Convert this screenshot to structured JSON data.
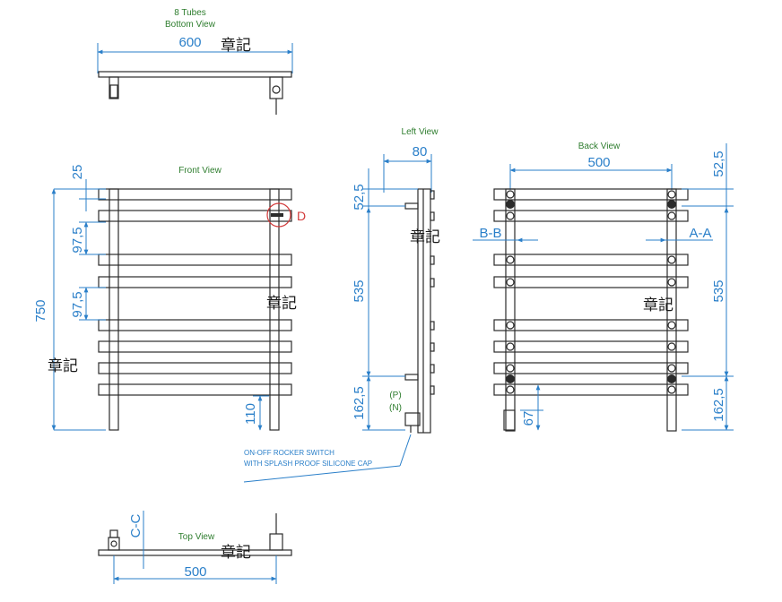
{
  "views": {
    "bottom": {
      "title_line1": "8 Tubes",
      "title_line2": "Bottom View",
      "width_dim": "600"
    },
    "front": {
      "title": "Front View",
      "dim_top": "25",
      "dim_gap1": "97,5",
      "dim_gap2": "97,5",
      "dim_height": "750",
      "dim_bottom": "110",
      "detail_label": "D"
    },
    "left": {
      "title": "Left View",
      "dim_depth": "80",
      "dim_top": "52,5",
      "dim_centres": "535",
      "dim_bottom": "162,5",
      "label_p": "(P)",
      "label_n": "(N)"
    },
    "back": {
      "title": "Back View",
      "dim_width": "500",
      "dim_top": "52,5",
      "dim_centres": "535",
      "dim_bottom": "162,5",
      "dim_valve": "67",
      "section_b": "B-B",
      "section_a": "A-A"
    },
    "top": {
      "title": "Top View",
      "dim_width": "500",
      "section_c": "C-C"
    }
  },
  "callout": {
    "line1": "ON-OFF ROCKER SWITCH",
    "line2": "WITH SPLASH PROOF SILICONE CAP"
  },
  "watermark": "章記",
  "colors": {
    "dimension": "#2a7fc9",
    "title": "#2e7d2e",
    "part": "#2b2b2b",
    "detail": "#d23a3a"
  }
}
